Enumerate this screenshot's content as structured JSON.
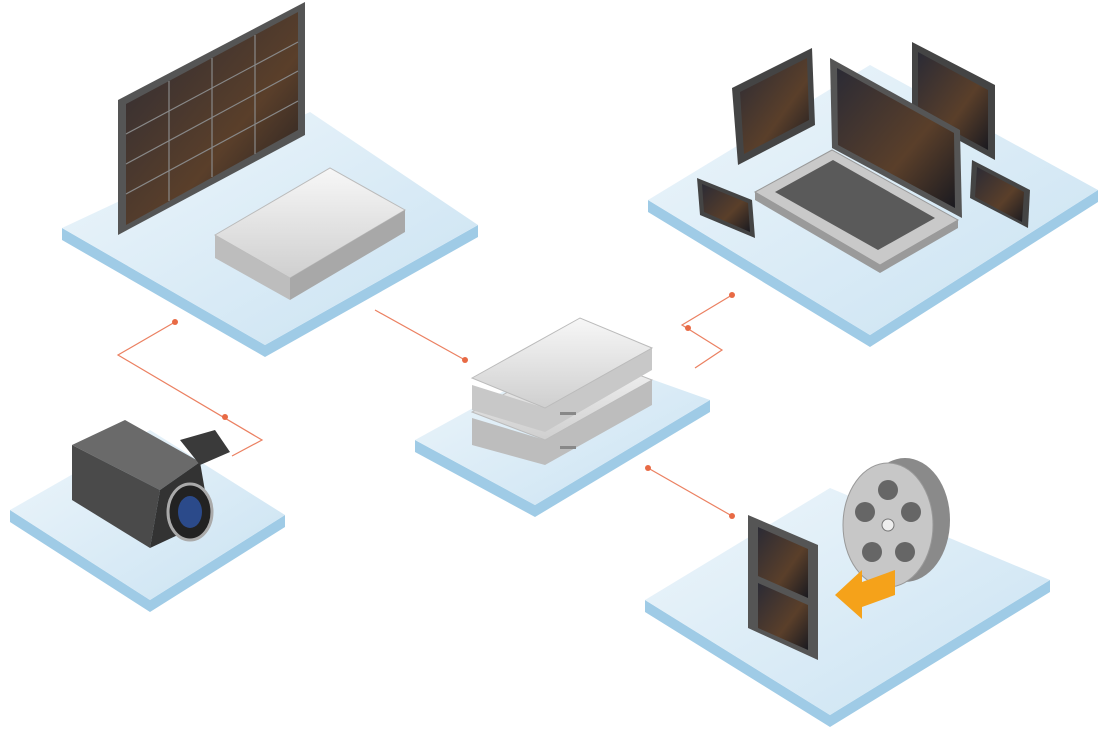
{
  "diagram": {
    "type": "network-topology-illustration",
    "nodes": [
      {
        "id": "video-wall-recorder",
        "icon": "video-wall-icon"
      },
      {
        "id": "client-devices",
        "icon": "laptop-tablets-icon"
      },
      {
        "id": "central-server",
        "icon": "server-icon"
      },
      {
        "id": "camera",
        "icon": "camcorder-icon"
      },
      {
        "id": "media-storage",
        "icon": "film-reel-icon"
      }
    ],
    "edges": [
      [
        "camera",
        "video-wall-recorder"
      ],
      [
        "video-wall-recorder",
        "central-server"
      ],
      [
        "central-server",
        "client-devices"
      ],
      [
        "central-server",
        "media-storage"
      ]
    ]
  },
  "colors": {
    "platform_top": "#d6e9f5",
    "platform_edge": "#9fcbe6",
    "connector": "#e86a45",
    "device_silver": "#e4e4e4",
    "device_dark": "#3a3a3a",
    "arrow": "#f5a21a"
  }
}
